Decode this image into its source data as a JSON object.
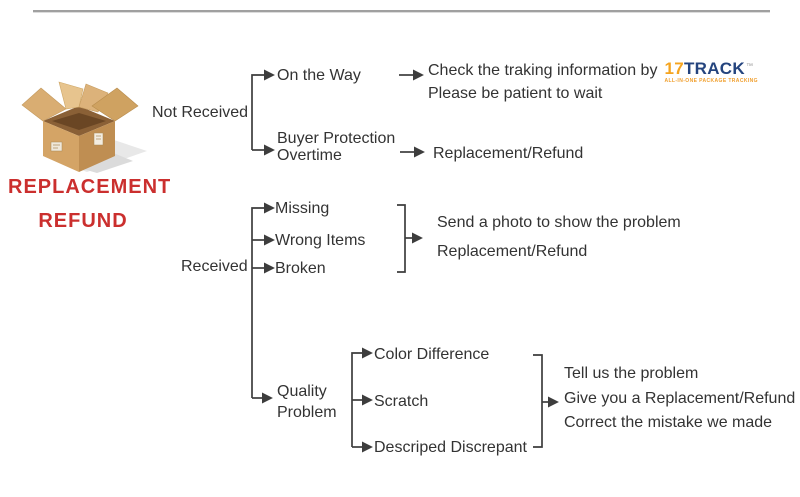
{
  "page": {
    "background": "#ffffff",
    "divider_color": "#a0a0a0",
    "flow_line_color": "#3d3d3d",
    "flow_text_color": "#333333"
  },
  "branding": {
    "box_icon": "open-cardboard-box-icon",
    "title_line1": "REPLACEMENT",
    "title_line2": "REFUND",
    "title_color": "#cb2f2e"
  },
  "flow": {
    "not_received": {
      "label": "Not Received",
      "on_the_way": {
        "label": "On the Way",
        "result_line1": "Check the traking information by",
        "result_line2": "Please be patient to wait"
      },
      "buyer_protection": {
        "label_line1": "Buyer Protection",
        "label_line2": "Overtime",
        "result": "Replacement/Refund"
      }
    },
    "received": {
      "label": "Received",
      "missing": "Missing",
      "wrong_items": "Wrong Items",
      "broken": "Broken",
      "group_result_line1": "Send a photo to show the problem",
      "group_result_line2": "Replacement/Refund",
      "quality_problem": {
        "label_line1": "Quality",
        "label_line2": "Problem",
        "color_difference": "Color Difference",
        "scratch": "Scratch",
        "descriped_discrepant": "Descriped Discrepant",
        "result_line1": "Tell us the problem",
        "result_line2": "Give you a Replacement/Refund",
        "result_line3": "Correct the mistake we made"
      }
    }
  },
  "track17": {
    "prefix": "17",
    "word": "TRACK",
    "trademark": "™",
    "tagline": "ALL-IN-ONE PACKAGE TRACKING",
    "prefix_color": "#f5a41f",
    "word_color": "#24447e",
    "tagline_color": "#f09f2e"
  }
}
